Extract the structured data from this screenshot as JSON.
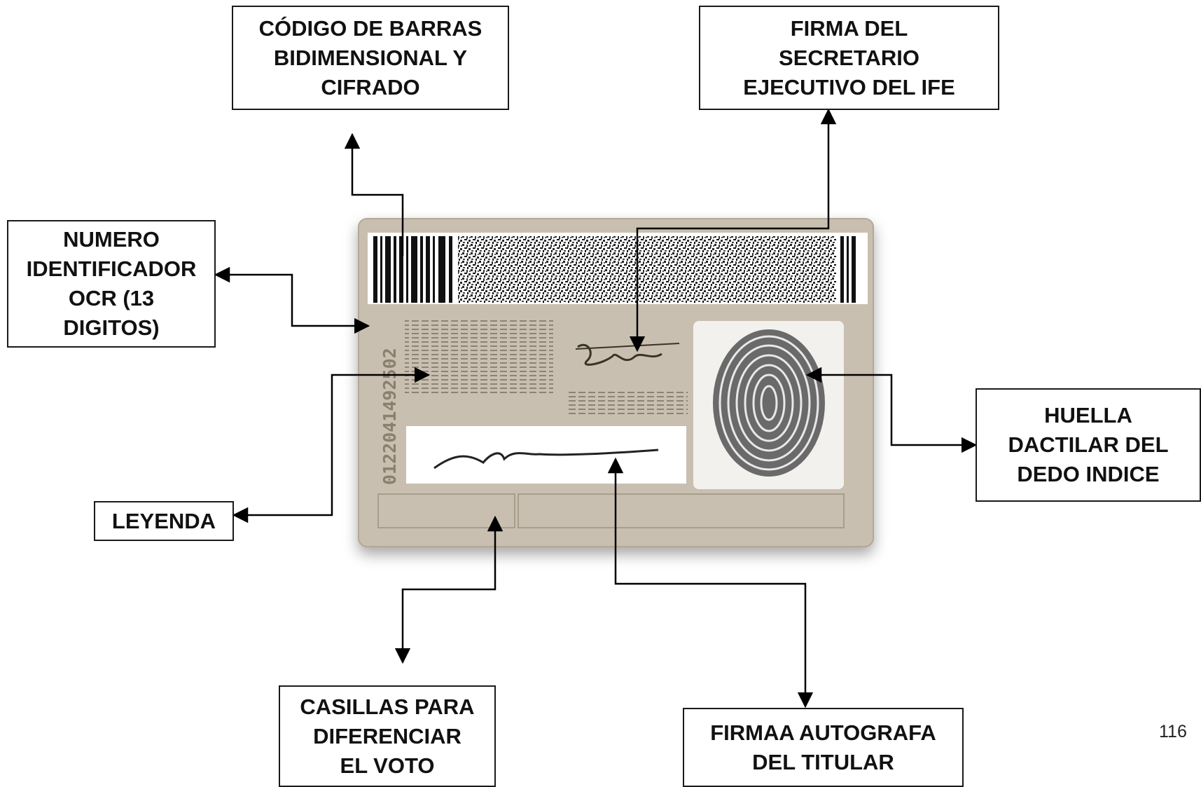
{
  "labels": {
    "barcode": "CÓDIGO DE BARRAS\nBIDIMENSIONAL Y\nCIFRADO",
    "signature_secretary": "FIRMA DEL\nSECRETARIO\nEJECUTIVO DEL IFE",
    "ocr_number": "NUMERO\nIDENTIFICADOR\nOCR (13\nDIGITOS)",
    "fingerprint": "HUELLA\nDACTILAR DEL\nDEDO INDICE",
    "legend": "LEYENDA",
    "vote_boxes": "CASILLAS PARA\nDIFERENCIAR\nEL VOTO",
    "holder_signature": "FIRMAA AUTOGRAFA\nDEL TITULAR"
  },
  "page_number": "116",
  "card": {
    "ocr_text": "0122041492502",
    "background_color": "#c9bfb0",
    "border_color": "#b3a896"
  }
}
